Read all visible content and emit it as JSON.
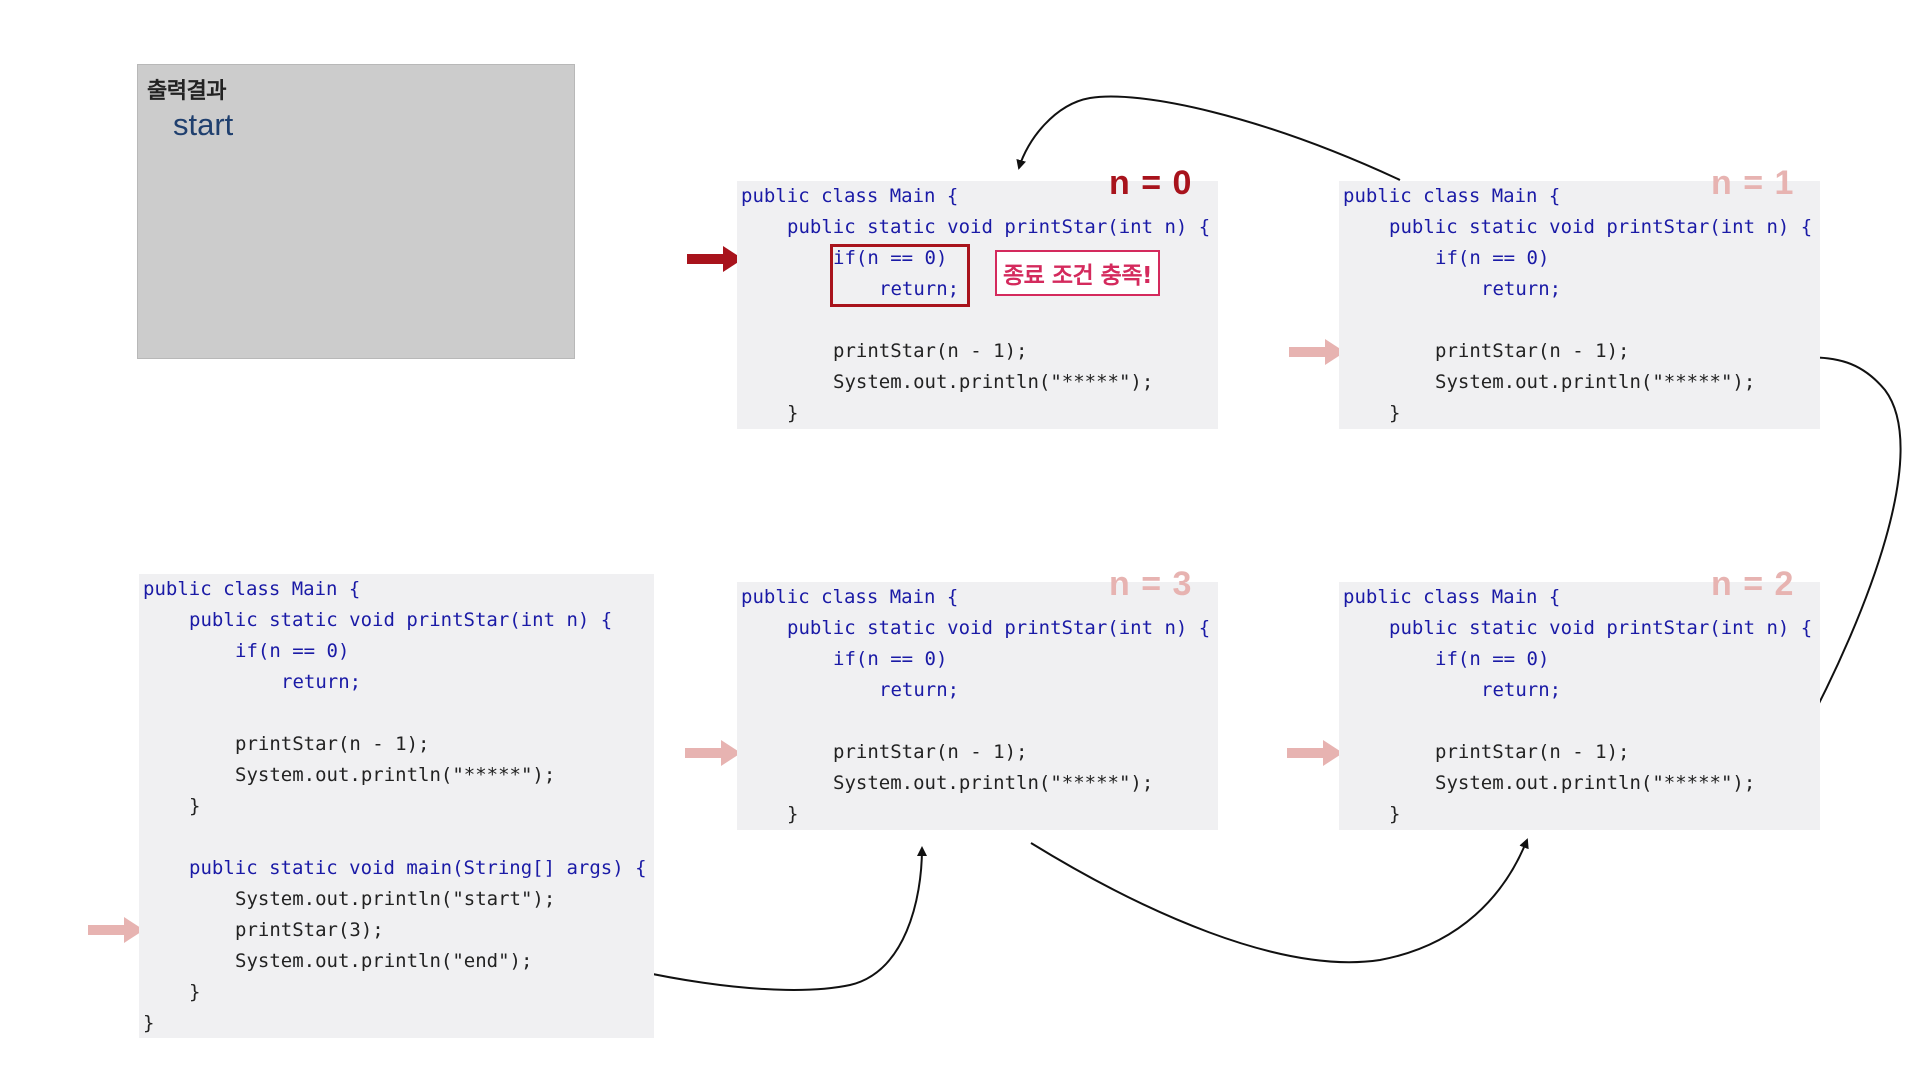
{
  "output_panel": {
    "title": "출력결과",
    "lines": [
      "start"
    ]
  },
  "colors": {
    "active_arrow": "#a8131c",
    "inactive_arrow": "#e7b3b1",
    "panel_bg": "#cccccc",
    "code_bg": "#f0f0f2",
    "keyword": "#1a1aa6",
    "number": "#0e6e3b",
    "string": "#9a1a1a",
    "badge": "#d42a5d"
  },
  "frames": {
    "main": {
      "l1": "public class Main {",
      "l2": "public static void printStar(int n) {",
      "l3": "if(n == 0)",
      "l4": "return;",
      "l5": "printStar(n - 1);",
      "l6": "System.out.println(\"*****\");",
      "l7": "}",
      "l8": "public static void main(String[] args) {",
      "l9": "System.out.println(\"start\");",
      "l10": "printStar(3);",
      "l11": "System.out.println(\"end\");",
      "l12": "}",
      "l13": "}"
    },
    "n3": {
      "label": "n = 3",
      "l1": "public class Main {",
      "l2": "public static void printStar(int n) {",
      "l3": "if(n == 0)",
      "l4": "return;",
      "l5": "printStar(n - 1);",
      "l6": "System.out.println(\"*****\");",
      "l7": "}"
    },
    "n2": {
      "label": "n = 2",
      "l1": "public class Main {",
      "l2": "public static void printStar(int n) {",
      "l3": "if(n == 0)",
      "l4": "return;",
      "l5": "printStar(n - 1);",
      "l6": "System.out.println(\"*****\");",
      "l7": "}"
    },
    "n1": {
      "label": "n = 1",
      "l1": "public class Main {",
      "l2": "public static void printStar(int n) {",
      "l3": "if(n == 0)",
      "l4": "return;",
      "l5": "printStar(n - 1);",
      "l6": "System.out.println(\"*****\");",
      "l7": "}"
    },
    "n0": {
      "label": "n = 0",
      "badge": "종료 조건 충족!",
      "l1": "public class Main {",
      "l2": "public static void printStar(int n) {",
      "l3": "if(n == 0)",
      "l4": "return;",
      "l5": "printStar(n - 1);",
      "l6": "System.out.println(\"*****\");",
      "l7": "}"
    }
  }
}
